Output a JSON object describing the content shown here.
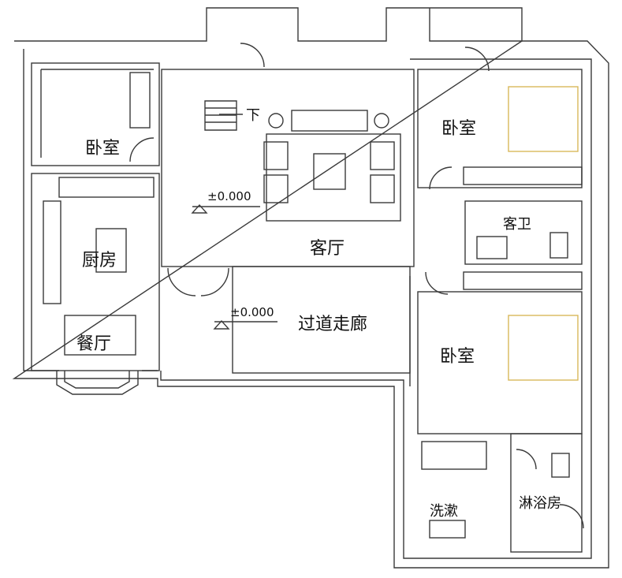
{
  "plan": {
    "rooms": {
      "bedroom_top_left": "卧室",
      "kitchen": "厨房",
      "dining": "餐厅",
      "living_room": "客厅",
      "corridor": "过道走廊",
      "bedroom_top_right": "卧室",
      "guest_bathroom": "客卫",
      "bedroom_middle_right": "卧室",
      "washroom": "洗漱",
      "shower_room": "淋浴房"
    },
    "stairs_label": "下",
    "elevation_living": "±0.000",
    "elevation_corridor": "±0.000",
    "colors": {
      "wall": "#3a3a3a",
      "furniture": "#555555",
      "bed_outline": "#d9b85a",
      "background": "#ffffff"
    }
  }
}
